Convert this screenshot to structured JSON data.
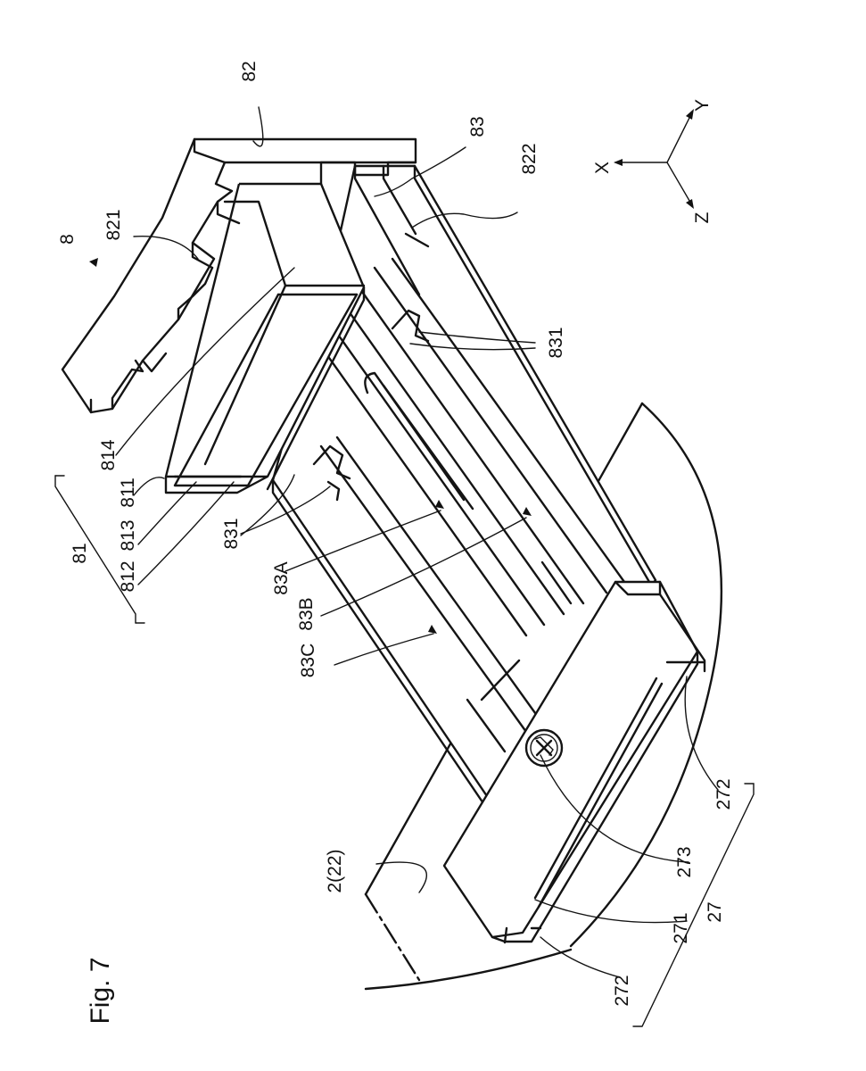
{
  "figure": {
    "caption": "Fig. 7",
    "axes": {
      "x": "X",
      "y": "Y",
      "z": "Z"
    },
    "labels": {
      "l8": "8",
      "l82": "82",
      "l83_top": "83",
      "l822": "822",
      "l821": "821",
      "l814": "814",
      "l811": "811",
      "l813": "813",
      "l812": "812",
      "l81": "81",
      "l831_right": "831",
      "l831_left": "831",
      "l83A": "83A",
      "l83B": "83B",
      "l83C": "83C",
      "l2_22": "2(22)",
      "l273": "273",
      "l272_right": "272",
      "l272_left": "272",
      "l271": "271",
      "l27": "27"
    }
  }
}
